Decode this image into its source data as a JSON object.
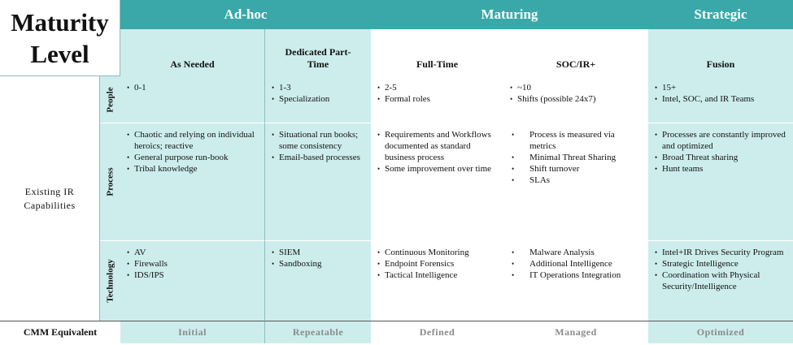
{
  "title": {
    "line1": "Maturity",
    "line2": "Level"
  },
  "phases": {
    "adhoc": "Ad-hoc",
    "maturing": "Maturing",
    "strategic": "Strategic"
  },
  "columns": [
    "As Needed",
    "Dedicated Part-Time",
    "Full-Time",
    "SOC/IR+",
    "Fusion"
  ],
  "side_label": {
    "line1": "Existing IR",
    "line2": "Capabilities"
  },
  "rows": {
    "people": {
      "label": "People",
      "cells": [
        [
          "0-1"
        ],
        [
          "1-3",
          "Specialization"
        ],
        [
          "2-5",
          "Formal roles"
        ],
        [
          "~10",
          "Shifts (possible 24x7)"
        ],
        [
          "15+",
          "Intel, SOC, and IR Teams"
        ]
      ]
    },
    "process": {
      "label": "Process",
      "cells": [
        [
          "Chaotic and relying on individual heroics; reactive",
          "General purpose run-book",
          "Tribal knowledge"
        ],
        [
          "Situational run books; some consistency",
          "Email-based processes"
        ],
        [
          "Requirements and Workflows documented as standard business process",
          "Some improvement over time"
        ],
        [
          "Process is measured via metrics",
          "Minimal Threat Sharing",
          "Shift turnover",
          "SLAs"
        ],
        [
          "Processes are constantly improved and optimized",
          "Broad Threat sharing",
          "Hunt teams"
        ]
      ]
    },
    "technology": {
      "label": "Technology",
      "cells": [
        [
          "AV",
          "Firewalls",
          "IDS/IPS"
        ],
        [
          "SIEM",
          "Sandboxing"
        ],
        [
          "Continuous Monitoring",
          "Endpoint Forensics",
          "Tactical Intelligence"
        ],
        [
          "Malware Analysis",
          "Additional Intelligence",
          "IT Operations Integration"
        ],
        [
          "Intel+IR Drives Security Program",
          "Strategic Intelligence",
          "Coordination with Physical Security/Intelligence"
        ]
      ]
    }
  },
  "cmm": {
    "label": "CMM Equivalent",
    "values": [
      "Initial",
      "Repeatable",
      "Defined",
      "Managed",
      "Optimized"
    ]
  },
  "colors": {
    "teal": "#3aa8a8",
    "light_teal": "#cdeded",
    "white": "#ffffff",
    "muted_text": "#8a8a8a"
  }
}
